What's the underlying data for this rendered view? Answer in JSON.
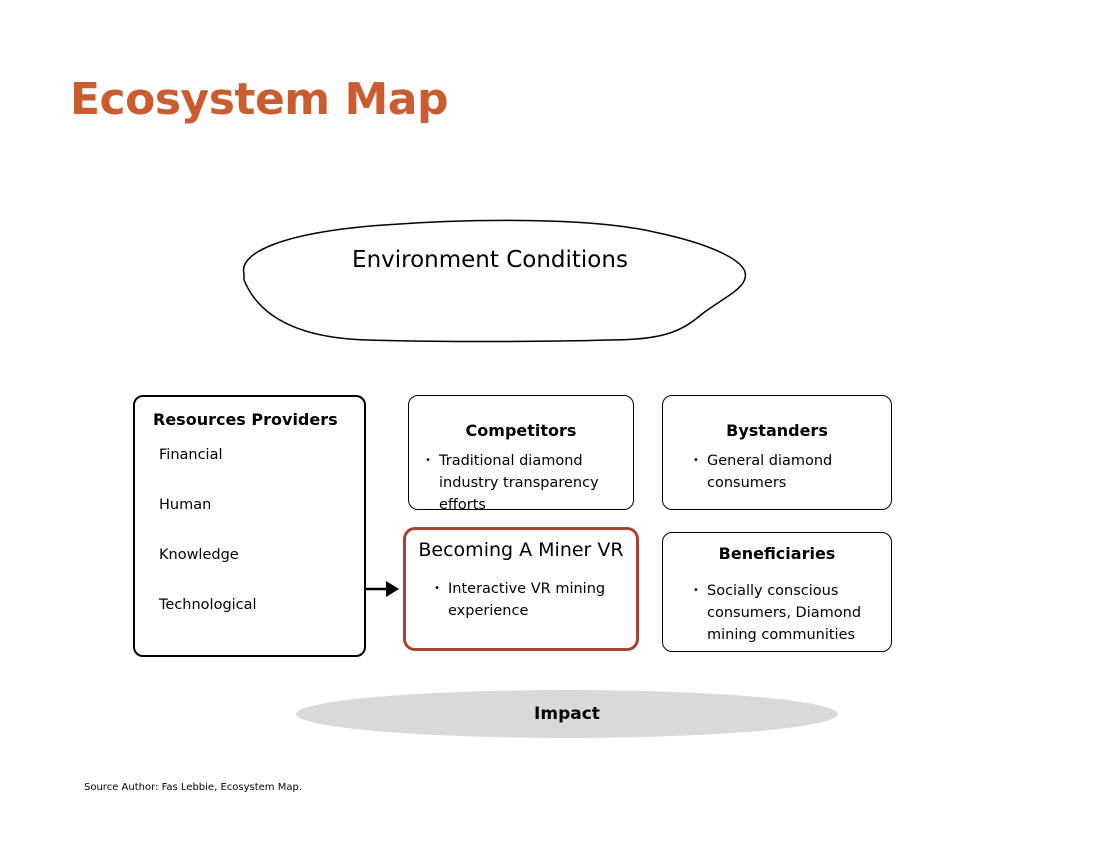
{
  "page": {
    "title": "Ecosystem Map",
    "accent_color": "#cb5c2f"
  },
  "environment": {
    "title": "Environment Conditions"
  },
  "resources": {
    "title": "Resources Providers",
    "items": [
      "Financial",
      "Human",
      "Knowledge",
      "Technological"
    ]
  },
  "competitors": {
    "title": "Competitors",
    "bullets": [
      "Traditional diamond industry transparency efforts"
    ]
  },
  "bystanders": {
    "title": "Bystanders",
    "bullets": [
      "General diamond consumers"
    ]
  },
  "focus": {
    "title": "Becoming A Miner VR",
    "bullets": [
      "Interactive VR mining experience"
    ],
    "border_color": "#a64434"
  },
  "beneficiaries": {
    "title": "Beneficiaries",
    "bullets": [
      "Socially conscious consumers, Diamond mining communities"
    ]
  },
  "impact": {
    "label": "Impact",
    "fill_color": "#d9d9d9"
  },
  "source": {
    "text": "Source Author: Fas Lebbie, Ecosystem Map."
  },
  "icons": {
    "connector": "arrow-right-icon"
  }
}
